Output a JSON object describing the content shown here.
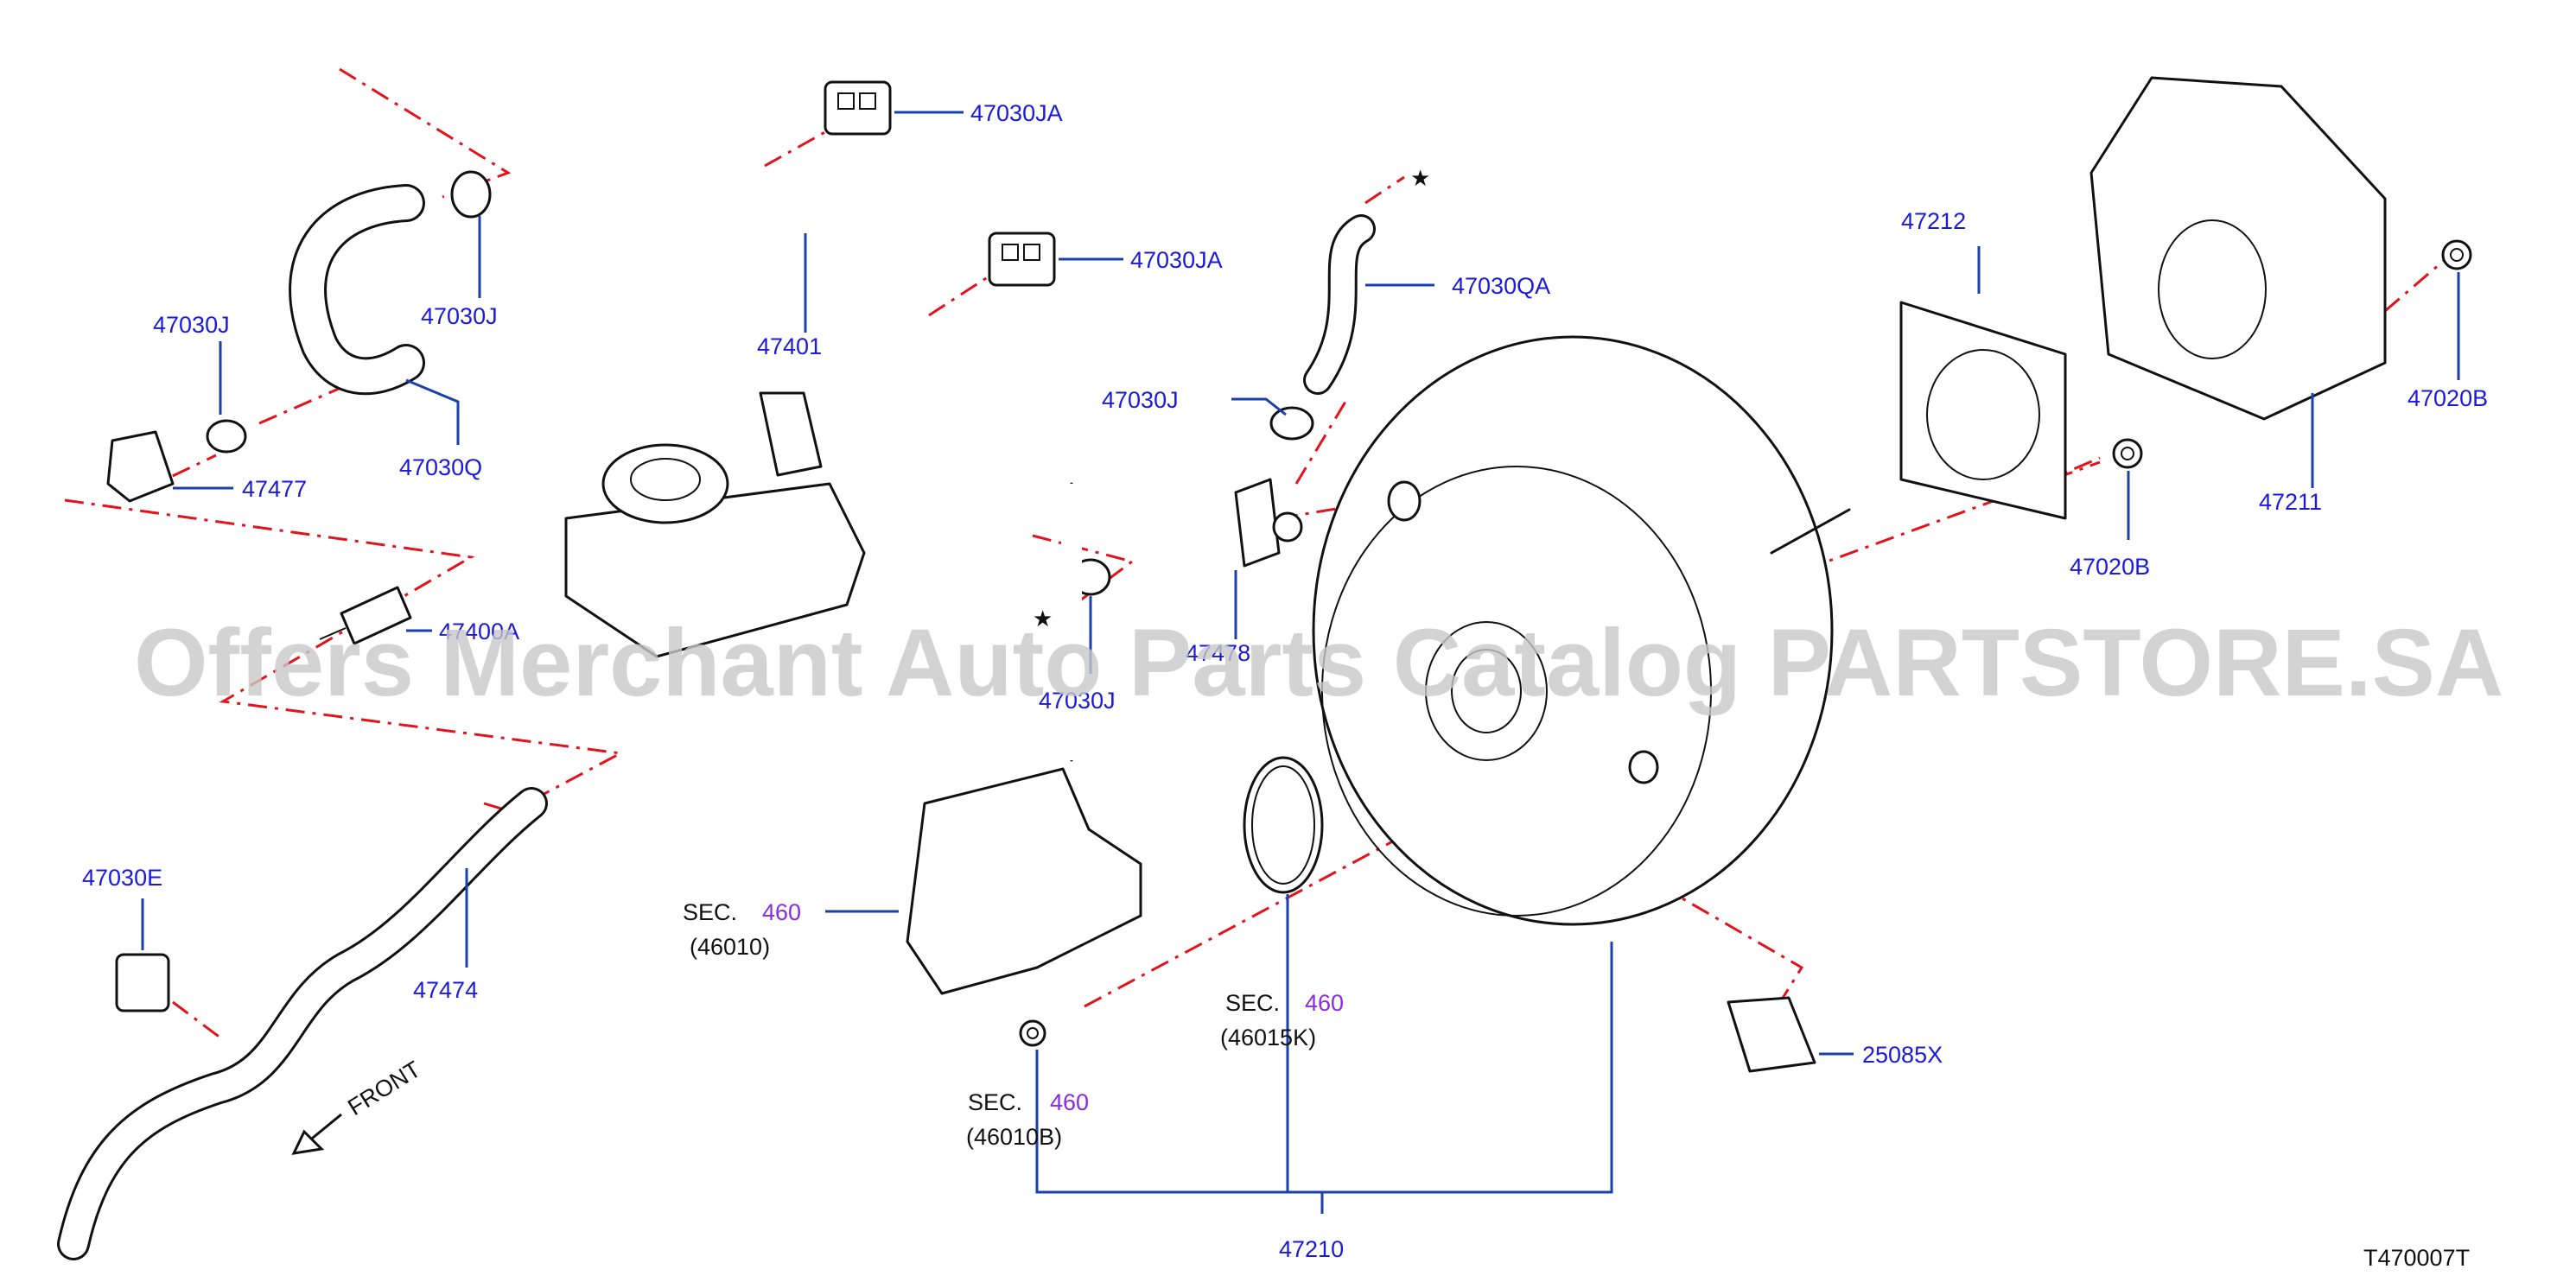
{
  "watermark": "Offers Merchant Auto Parts Catalog PARTSTORE.SA",
  "diagram_code": "T470007T",
  "front_label": "FRONT",
  "colors": {
    "label": "#1a1adc",
    "leader": "#1a3fae",
    "centerline": "#e3121b",
    "sec_number": "#8a2be2"
  },
  "labels": {
    "p47030JA_1": "47030JA",
    "p47030JA_2": "47030JA",
    "p47030J_top": "47030J",
    "p47401": "47401",
    "p47030J_left": "47030J",
    "p47030Q": "47030Q",
    "p47477": "47477",
    "p47400A": "47400A",
    "p47030J_mid": "47030J",
    "p47030J_lower": "47030J",
    "p47030QA": "47030QA",
    "p47478": "47478",
    "p47212": "47212",
    "p47211": "47211",
    "p47020B_right": "47020B",
    "p47020B_mid": "47020B",
    "p47030E": "47030E",
    "p47474": "47474",
    "p25085X": "25085X",
    "p47210": "47210"
  },
  "sec_refs": [
    {
      "prefix": "SEC.",
      "number": "460",
      "ref": "(46010)"
    },
    {
      "prefix": "SEC.",
      "number": "460",
      "ref": "(46015K)"
    },
    {
      "prefix": "SEC.",
      "number": "460",
      "ref": "(46010B)"
    }
  ],
  "star_symbol": "★"
}
